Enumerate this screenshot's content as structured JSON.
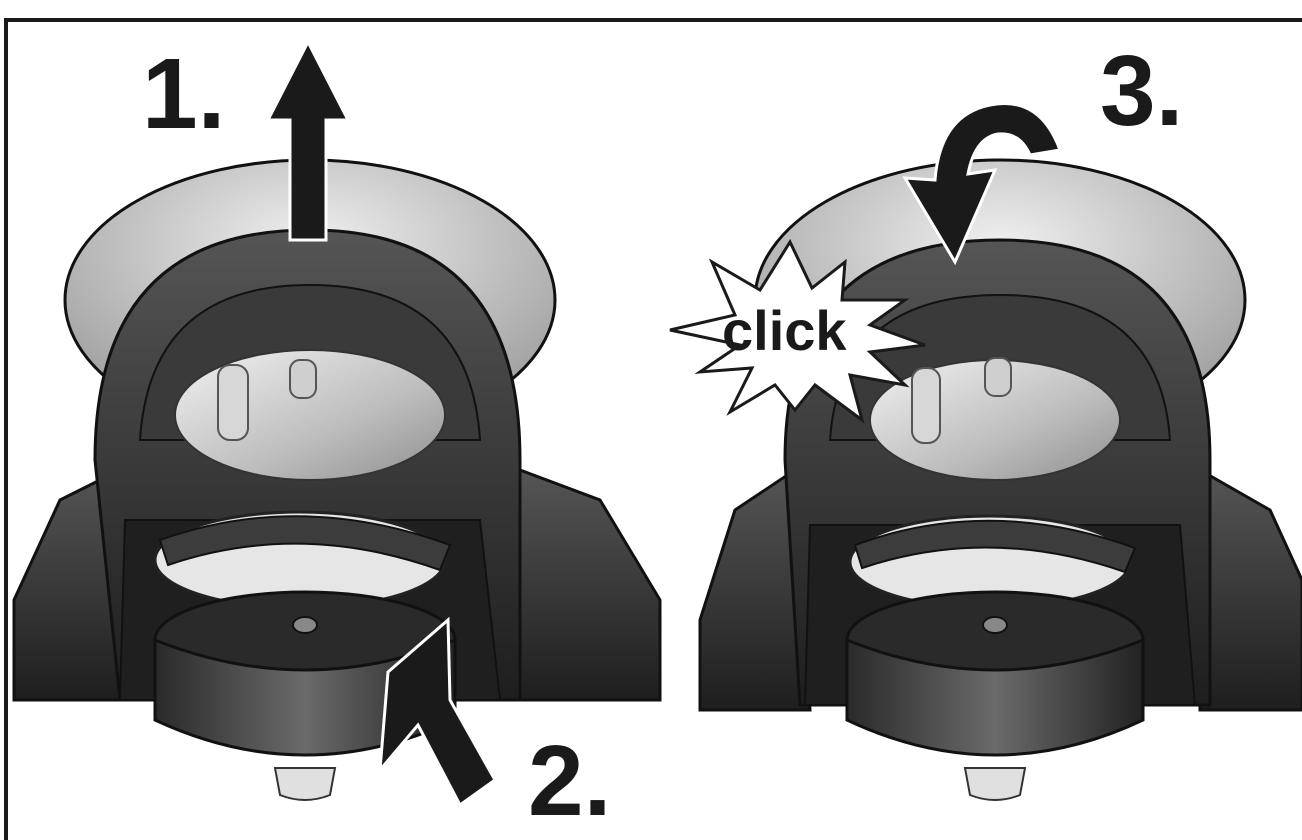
{
  "steps": {
    "step1": "1.",
    "step2": "2.",
    "step3": "3."
  },
  "sound_label": "click",
  "colors": {
    "frame": "#1a1a1a",
    "body_dark": "#2b2b2b",
    "body_mid": "#4a4a4a",
    "lid_light": "#d9d9d9",
    "metal": "#c8c8c8",
    "arrow": "#1a1a1a",
    "background": "#ffffff"
  },
  "icons": {
    "arrow_up": "arrow-up-icon",
    "arrow_press": "arrow-diagonal-icon",
    "arrow_rotate": "curved-arrow-icon",
    "starburst": "starburst-icon"
  }
}
